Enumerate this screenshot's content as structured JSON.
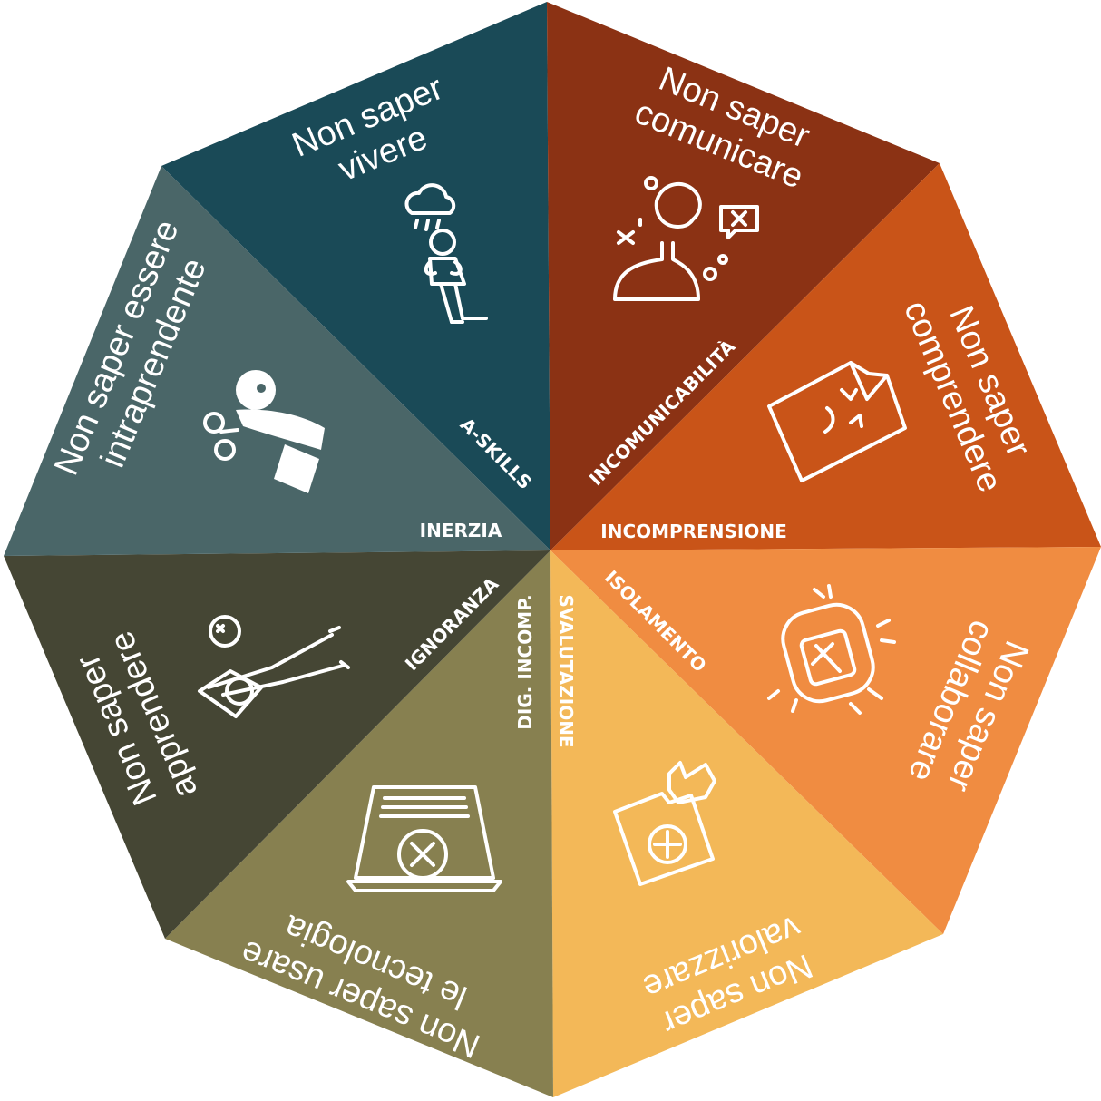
{
  "segments": [
    {
      "id": "vivere",
      "color": "#1a4a57",
      "outer_lines": [
        "Non saper",
        "vivere"
      ],
      "inner_label": "A-SKILLS",
      "icon": "person-under-rain-cloud-icon"
    },
    {
      "id": "comunicare",
      "color": "#8b3214",
      "outer_lines": [
        "Non saper",
        "comunicare"
      ],
      "inner_label": "INCOMUNICABILITÀ",
      "icon": "confused-person-speech-bubble-icon"
    },
    {
      "id": "comprendere",
      "color": "#c95418",
      "outer_lines": [
        "Non saper",
        "comprendere"
      ],
      "inner_label": "INCOMPRENSIONE",
      "icon": "crumpled-document-icon"
    },
    {
      "id": "collaborare",
      "color": "#f08c41",
      "outer_lines": [
        "Non saper",
        "collaborare"
      ],
      "inner_label": "ISOLAMENTO",
      "icon": "scattered-puzzle-pieces-icon"
    },
    {
      "id": "valorizzare",
      "color": "#f3b858",
      "outer_lines": [
        "Non saper",
        "valorizzare"
      ],
      "inner_label": "SVALUTAZIONE",
      "icon": "hand-rejecting-document-icon"
    },
    {
      "id": "tecnologia",
      "color": "#878050",
      "outer_lines": [
        "Non saper usare",
        "le tecnologia"
      ],
      "inner_label": "DIG. INCOMP.",
      "icon": "broken-laptop-icon"
    },
    {
      "id": "apprendere",
      "color": "#454634",
      "outer_lines": [
        "Non saper",
        "apprendere"
      ],
      "inner_label": "IGNORANZA",
      "icon": "dizzy-person-reading-book-icon"
    },
    {
      "id": "intraprendente",
      "color": "#4a6668",
      "outer_lines": [
        "Non saper essere",
        "intraprendente"
      ],
      "inner_label": "INERZIA",
      "icon": "wind-up-toy-person-icon"
    }
  ]
}
